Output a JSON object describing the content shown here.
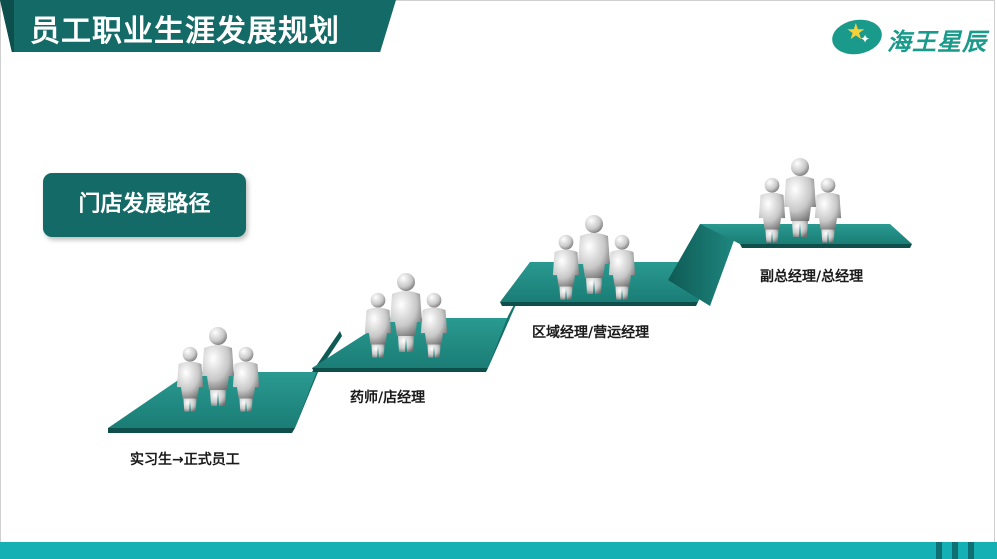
{
  "header": {
    "title": "员工职业生涯发展规划",
    "logo_text": "海王星辰",
    "logo_icon": "star-icon"
  },
  "section": {
    "label": "门店发展路径"
  },
  "steps": [
    {
      "label": "实习生→正式员工"
    },
    {
      "label": "药师/店经理"
    },
    {
      "label": "区域经理/营运经理"
    },
    {
      "label": "副总经理/总经理"
    }
  ],
  "colors": {
    "primary": "#146a66",
    "step_top": "#1f8a82",
    "step_side": "#0f5a55",
    "footer": "#14b0b4"
  }
}
